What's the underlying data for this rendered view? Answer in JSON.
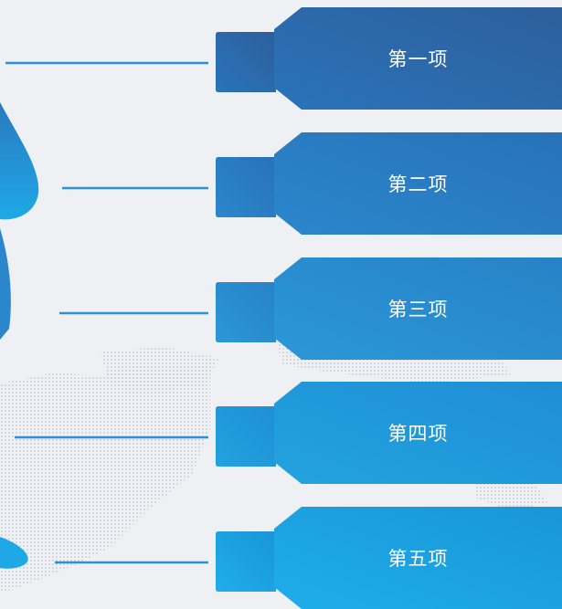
{
  "colors": {
    "background": "#eef0f4",
    "line": "#2a93d8",
    "map_dots": "#c9ccd2",
    "shape_dark": "#2a79c0",
    "shape_light": "#1ea9e6"
  },
  "items": [
    {
      "label": "第一项",
      "grad_from": "#2d5f9b",
      "grad_to": "#2a73ba"
    },
    {
      "label": "第二项",
      "grad_from": "#2872b8",
      "grad_to": "#2b87cc"
    },
    {
      "label": "第三项",
      "grad_from": "#2782c6",
      "grad_to": "#2a98d8"
    },
    {
      "label": "第四项",
      "grad_from": "#1f8ed3",
      "grad_to": "#22a3df"
    },
    {
      "label": "第五项",
      "grad_from": "#1896d8",
      "grad_to": "#1fadea"
    }
  ]
}
